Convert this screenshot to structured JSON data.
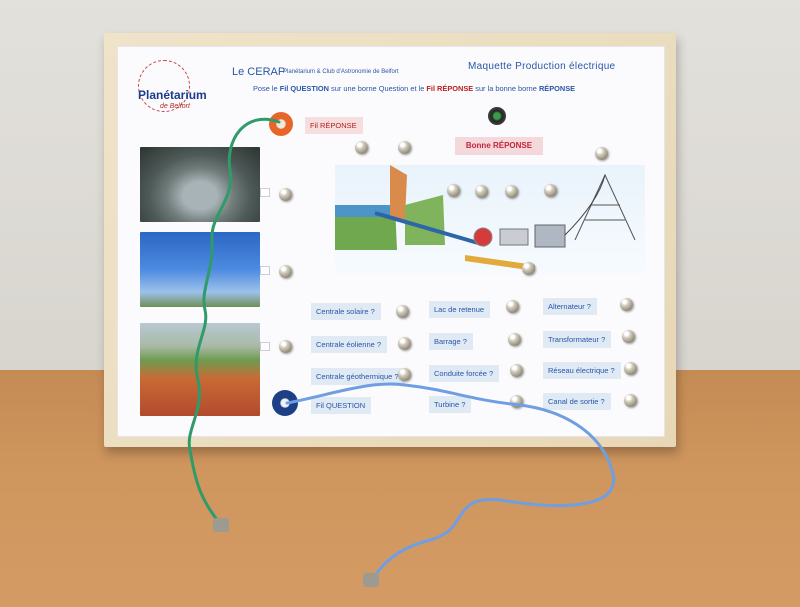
{
  "brand": {
    "name": "Planétarium",
    "sub": "de Belfort"
  },
  "header": {
    "cerap": "Le CERAP",
    "cerap_sub": "Planétarium & Club d'Astronomie de Belfort",
    "maquette": "Maquette Production électrique",
    "instr_a": "Pose le ",
    "instr_q": "Fil QUESTION",
    "instr_b": " sur une borne Question et le ",
    "instr_r": "Fil RÉPONSE",
    "instr_c": " sur la bonne borne ",
    "instr_d": "RÉPONSE"
  },
  "labels": {
    "fil_reponse": "Fil RÉPONSE",
    "fil_question": "Fil QUESTION",
    "bonne_reponse": "Bonne RÉPONSE"
  },
  "questions": {
    "col1": [
      "Centrale solaire ?",
      "Centrale éolienne ?",
      "Centrale géothermique ?"
    ],
    "col2": [
      "Lac de retenue",
      "Barrage ?",
      "Conduite forcée ?",
      "Turbine ?"
    ],
    "col3": [
      "Alternateur ?",
      "Transformateur ?",
      "Réseau électrique ?",
      "Canal de sortie ?"
    ]
  },
  "colors": {
    "text_blue": "#2a55a8",
    "accent_red": "#b82020",
    "wire_green": "#2f9b6a",
    "wire_blue": "#6f9ee2",
    "port_orange": "#e8652a",
    "port_blue": "#1d3f86"
  }
}
